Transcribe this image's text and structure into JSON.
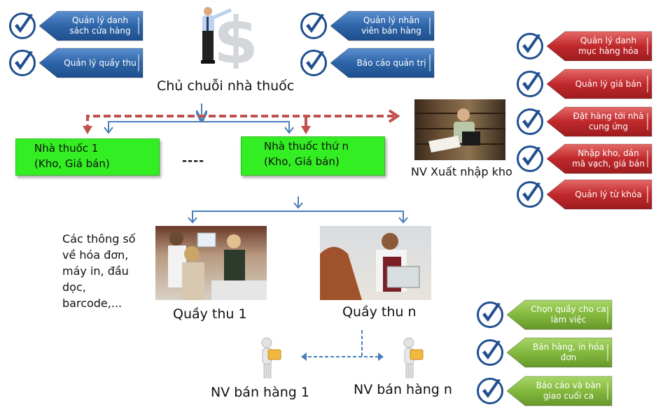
{
  "owner": {
    "label": "Chủ chuỗi nhà thuốc",
    "icon": "businessman-dollar-icon"
  },
  "owner_functions": [
    {
      "label": "Quản lý danh sách cửa hàng",
      "color": "#2e65a8"
    },
    {
      "label": "Quản lý  quầy thu",
      "color": "#2e65a8"
    },
    {
      "label": "Quản lý nhân viên bán hàng",
      "color": "#2e65a8"
    },
    {
      "label": "Báo cáo quản trị",
      "color": "#2e65a8"
    }
  ],
  "warehouse_staff": {
    "label": "NV Xuất nhập kho",
    "functions": [
      {
        "label": "Quản lý  danh mục hàng hóa",
        "color": "#c0292c"
      },
      {
        "label": "Quản lý  giá bán",
        "color": "#c0292c"
      },
      {
        "label": "Đặt hàng tới nhà cung ứng",
        "color": "#c0292c"
      },
      {
        "label": "Nhập kho, dán mã vạch, giá bán",
        "color": "#c0292c"
      },
      {
        "label": "Quản lý từ khóa",
        "color": "#c0292c"
      }
    ]
  },
  "pharmacies": [
    {
      "line1": "Nhà thuốc  1",
      "line2": "(Kho, Giá bán)"
    },
    {
      "line1": "Nhà thuốc  thứ n",
      "line2": "(Kho, Giá bán)"
    }
  ],
  "ellipsis": "----",
  "counters": [
    {
      "label": "Quầy thu 1"
    },
    {
      "label": "Quầy thu n"
    }
  ],
  "counter_settings_note": [
    "Các thông số",
    "về hóa đơn,",
    "máy in, đầu",
    "dọc,",
    "barcode,..."
  ],
  "sales_staff": [
    {
      "label": "NV bán hàng 1"
    },
    {
      "label": "NV bán hàng n"
    }
  ],
  "sales_functions": [
    {
      "label": "Chọn quầy cho ca làm việc",
      "color": "#7fb23a"
    },
    {
      "label": "Bán hàng, in hóa đơn",
      "color": "#7fb23a"
    },
    {
      "label": "Báo cáo và bàn giao cuối ca",
      "color": "#7fb23a"
    }
  ],
  "colors": {
    "blue_arrow": "#4a7ebb",
    "red_arrow": "#c0504d",
    "pharmacy_box": "#33ee22",
    "check": "#1f4f8f"
  }
}
